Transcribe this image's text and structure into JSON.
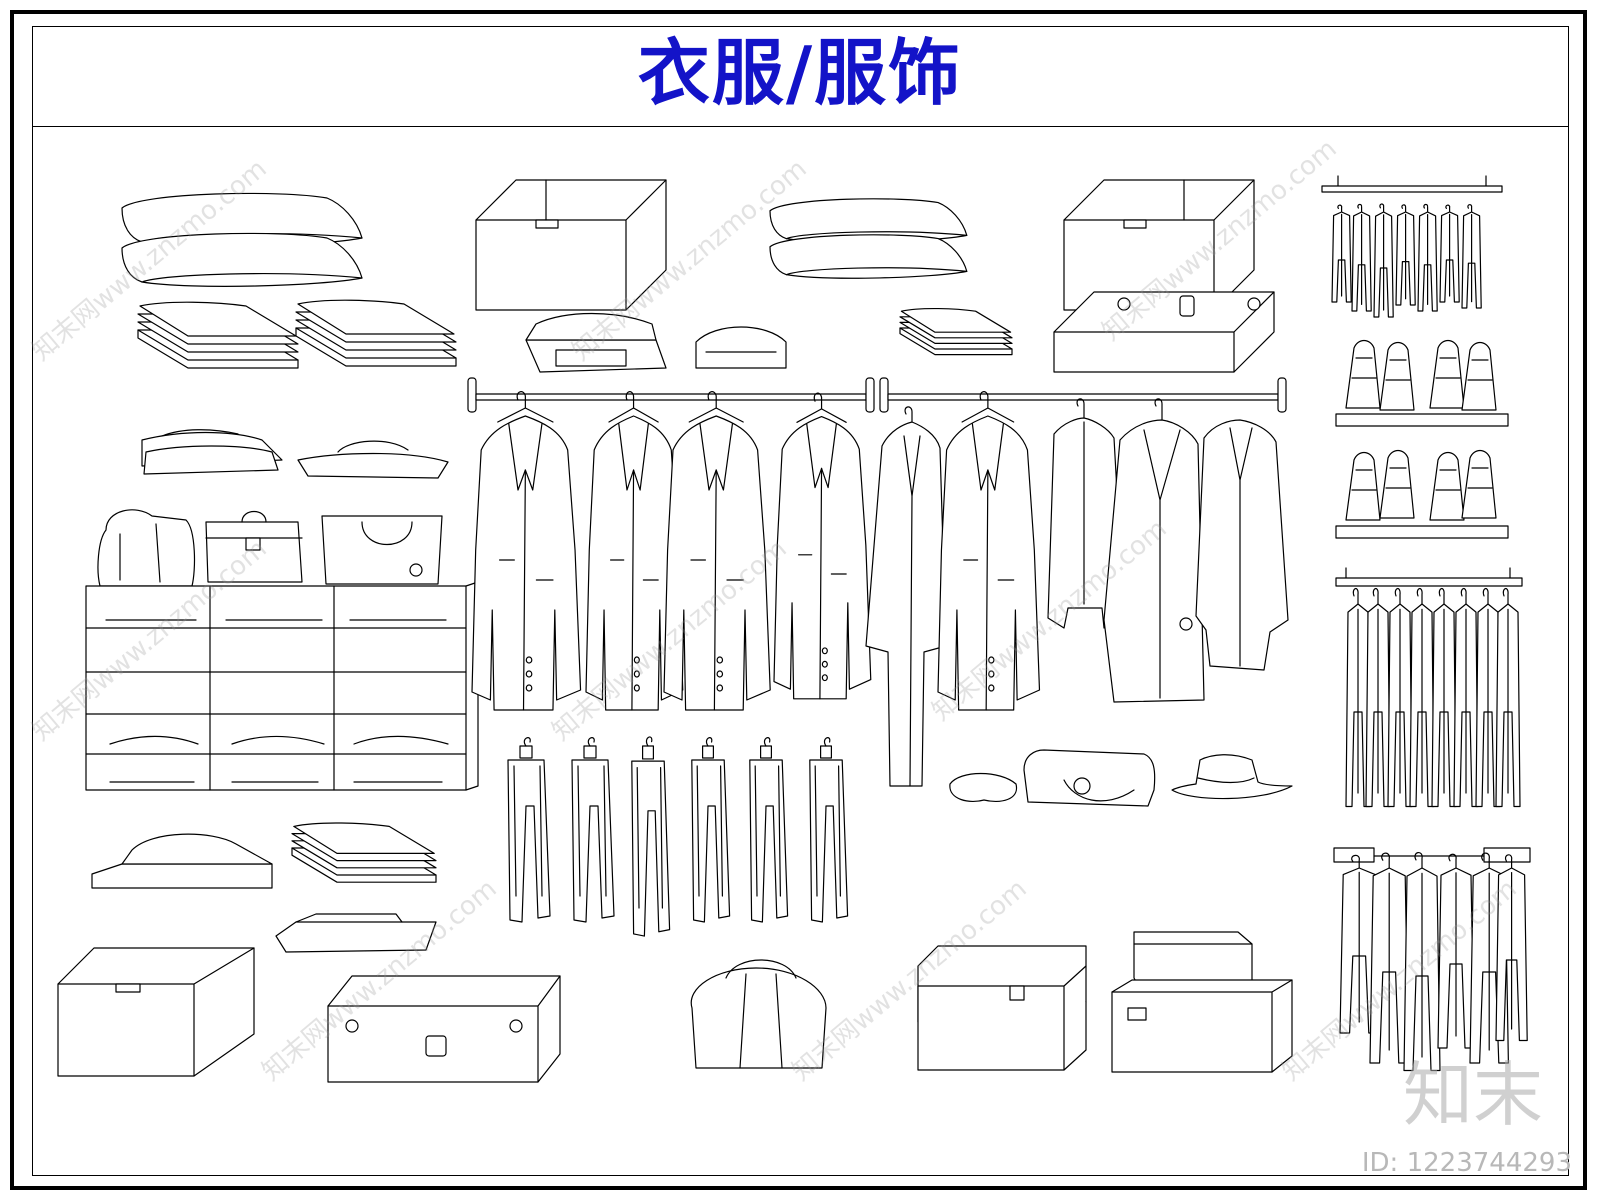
{
  "title": "衣服/服饰",
  "watermark": {
    "text": "知末网www.znzmo.com",
    "brand": "知末",
    "id_label": "ID: 1223744293"
  },
  "colors": {
    "title": "#1313c8",
    "line": "#000000",
    "watermark": "#969696"
  },
  "items": [
    "pillow-stack",
    "folded-clothes",
    "storage-box",
    "suitcase",
    "jacket",
    "coat",
    "trousers",
    "handbag",
    "shoes",
    "cubby-shelf",
    "duffel-bag",
    "hat",
    "hanging-rail"
  ]
}
